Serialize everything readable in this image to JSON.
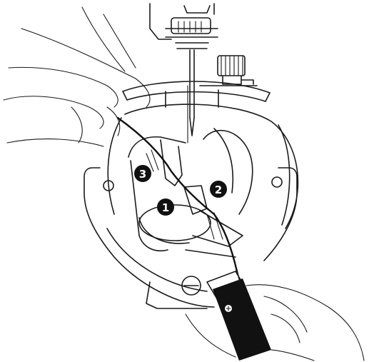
{
  "figure": {
    "callouts": [
      {
        "id": "callout-1",
        "label": "1"
      },
      {
        "id": "callout-2",
        "label": "2"
      },
      {
        "id": "callout-3",
        "label": "3"
      }
    ],
    "colors": {
      "ink": "#1a1a1a",
      "badge_fill": "#111111",
      "badge_text": "#ffffff",
      "background": "#ffffff"
    },
    "icons": [
      "presser-foot-icon",
      "needle-icon",
      "bobbin-case-icon",
      "screwdriver-icon",
      "hand-icon"
    ]
  }
}
